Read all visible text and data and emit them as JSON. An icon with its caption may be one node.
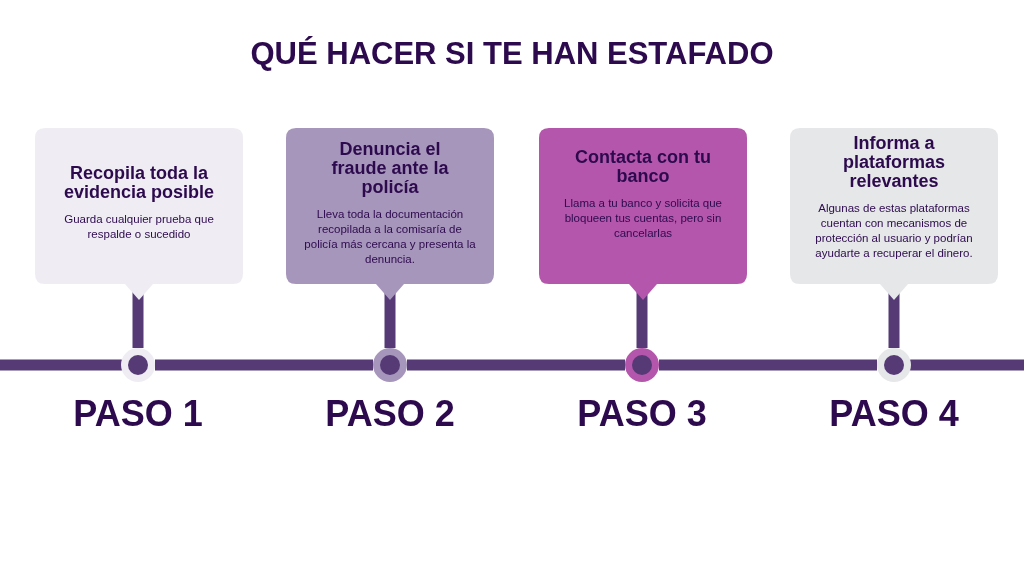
{
  "diagram": {
    "title": "QUÉ HACER SI TE HAN ESTAFADO",
    "nodes": [
      {
        "text": [
          "Recopila toda la evidencia posible",
          "Guarda cualquier prueba que respalde o sucedido"
        ]
      },
      {
        "text": [
          "Denuncia el fraude ante la policía",
          "Lleva toda la documentación recopilada a la comisaría de policía más cercana y presenta la denuncia."
        ]
      },
      {
        "text": [
          "Contacta con tu banco",
          "Llama a tu banco y solicita que bloqueen tus cuentas, pero sin cancelarlas"
        ]
      },
      {
        "text": [
          "Informa a plataformas relevantes",
          "Algunas de estas plataformas cuentan con mecanismos de protección al usuario y podrían ayudarte a recuperar el dinero."
        ]
      },
      {
        "text": [],
        "shape": "circle",
        "beside": [
          "PASO 1"
        ]
      },
      {
        "text": [],
        "shape": "circle",
        "beside": [
          "PASO 2"
        ]
      },
      {
        "text": [],
        "shape": "circle",
        "beside": [
          "PASO 3"
        ]
      },
      {
        "text": [],
        "shape": "circle",
        "beside": [
          "PASO 4"
        ]
      }
    ],
    "edges": [
      {
        "from": 0,
        "to": 4,
        "arrow": "none"
      },
      {
        "from": 1,
        "to": 5,
        "arrow": "none"
      },
      {
        "from": 2,
        "to": 6,
        "arrow": "none"
      },
      {
        "from": 3,
        "to": 7,
        "arrow": "none"
      },
      {
        "from": null,
        "to": 4,
        "arrow": "none"
      },
      {
        "from": 4,
        "to": 5,
        "arrow": "none"
      },
      {
        "from": 5,
        "to": 6,
        "arrow": "none"
      },
      {
        "from": 6,
        "to": 7,
        "arrow": "none"
      },
      {
        "from": 7,
        "to": null,
        "arrow": "none"
      }
    ]
  }
}
